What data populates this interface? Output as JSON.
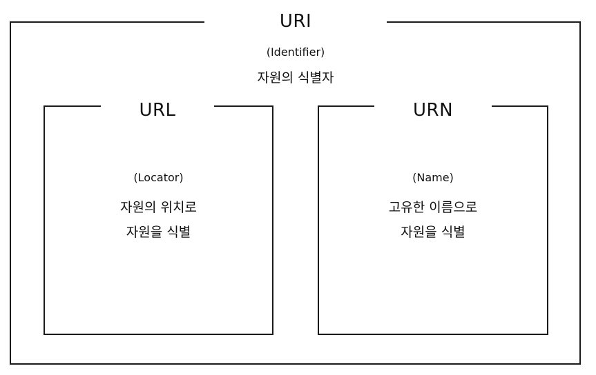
{
  "uri": {
    "title": "URI",
    "subtitle": "(Identifier)",
    "description": "자원의 식별자"
  },
  "url": {
    "title": "URL",
    "subtitle": "(Locator)",
    "description_line1": "자원의 위치로",
    "description_line2": "자원을 식별"
  },
  "urn": {
    "title": "URN",
    "subtitle": "(Name)",
    "description_line1": "고유한 이름으로",
    "description_line2": "자원을 식별"
  },
  "colors": {
    "border": "#1a1a1a",
    "text": "#111111",
    "background": "#ffffff"
  }
}
